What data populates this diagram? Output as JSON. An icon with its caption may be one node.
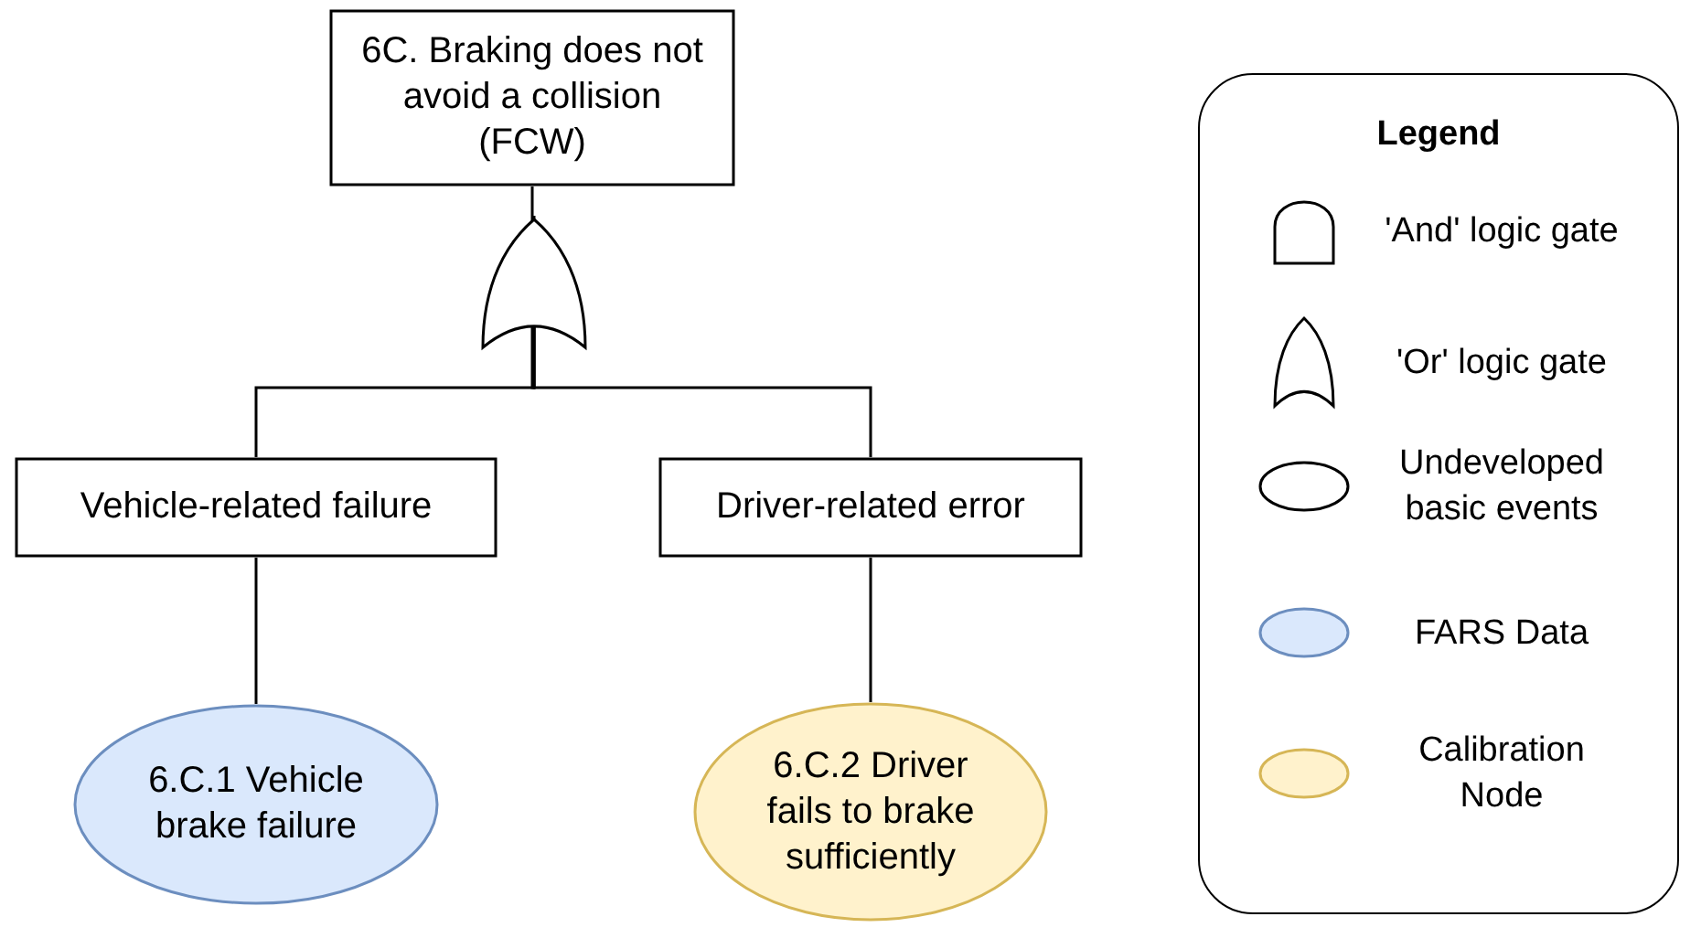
{
  "diagram": {
    "nodes": [
      {
        "text": [
          "6C. Braking does not avoid a collision (FCW)"
        ]
      },
      {
        "text": [],
        "shape": "gate"
      },
      {
        "text": [
          "Vehicle-related failure"
        ]
      },
      {
        "text": [
          "Driver-related error"
        ]
      },
      {
        "text": [
          "6.C.1 Vehicle brake failure"
        ]
      },
      {
        "text": [
          "6.C.2 Driver fails to brake sufficiently"
        ]
      }
    ],
    "edges": [
      {
        "from": 0,
        "to": 1,
        "arrow": "none"
      },
      {
        "from": 1,
        "to": 2,
        "arrow": "none"
      },
      {
        "from": 1,
        "to": 3,
        "arrow": "none"
      },
      {
        "from": 2,
        "to": 4,
        "arrow": "none"
      },
      {
        "from": 3,
        "to": 5,
        "arrow": "none"
      }
    ],
    "labels": [
      "Legend"
    ],
    "legend": [
      {
        "text": "'And' logic gate"
      },
      {
        "text": "'Or' logic gate"
      },
      {
        "text": "Undeveloped basic events"
      },
      {
        "text": "FARS Data",
        "color": "#dae8fc"
      },
      {
        "text": "Calibration Node",
        "color": "#fff2cc"
      }
    ]
  }
}
